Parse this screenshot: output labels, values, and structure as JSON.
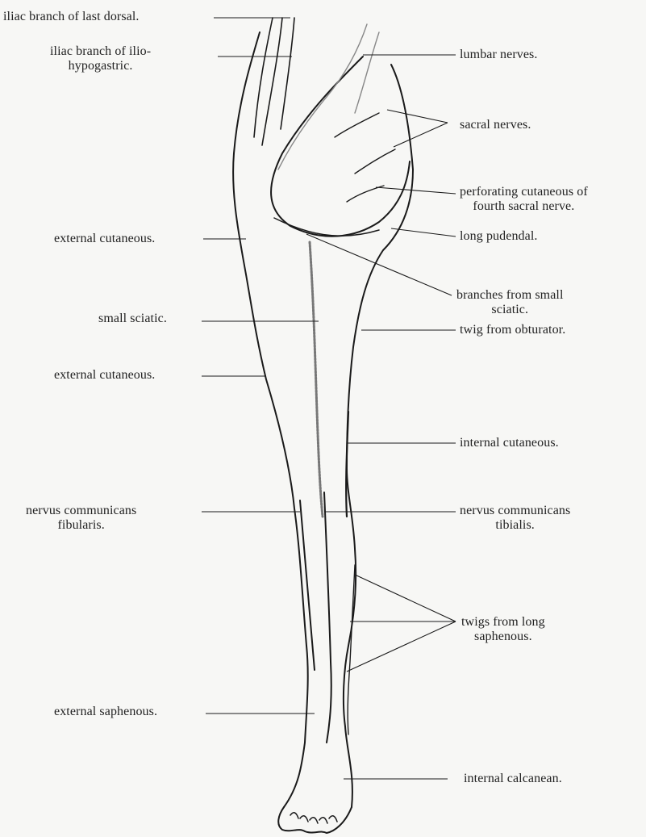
{
  "labels": {
    "iliac_last_dorsal": "iliac branch of last dorsal.",
    "iliac_ilio_1": "iliac branch of ilio-",
    "iliac_ilio_2": "hypogastric.",
    "lumbar": "lumbar nerves.",
    "sacral": "sacral nerves.",
    "perforating_1": "perforating cutaneous of",
    "perforating_2": "fourth sacral nerve.",
    "ext_cut_upper": "external cutaneous.",
    "long_pudendal": "long pudendal.",
    "branches_small_1": "branches from small",
    "branches_small_2": "sciatic.",
    "small_sciatic": "small sciatic.",
    "twig_obturator": "twig from obturator.",
    "ext_cut_lower": "external cutaneous.",
    "internal_cut": "internal cutaneous.",
    "comm_fib_1": "nervus communicans",
    "comm_fib_2": "fibularis.",
    "comm_tib_1": "nervus communicans",
    "comm_tib_2": "tibialis.",
    "twigs_saph_1": "twigs from long",
    "twigs_saph_2": "saphenous.",
    "ext_saphenous": "external saphenous.",
    "int_calcanean": "internal calcanean."
  },
  "colors": {
    "ink": "#1a1a1a",
    "background": "#f7f7f5"
  }
}
